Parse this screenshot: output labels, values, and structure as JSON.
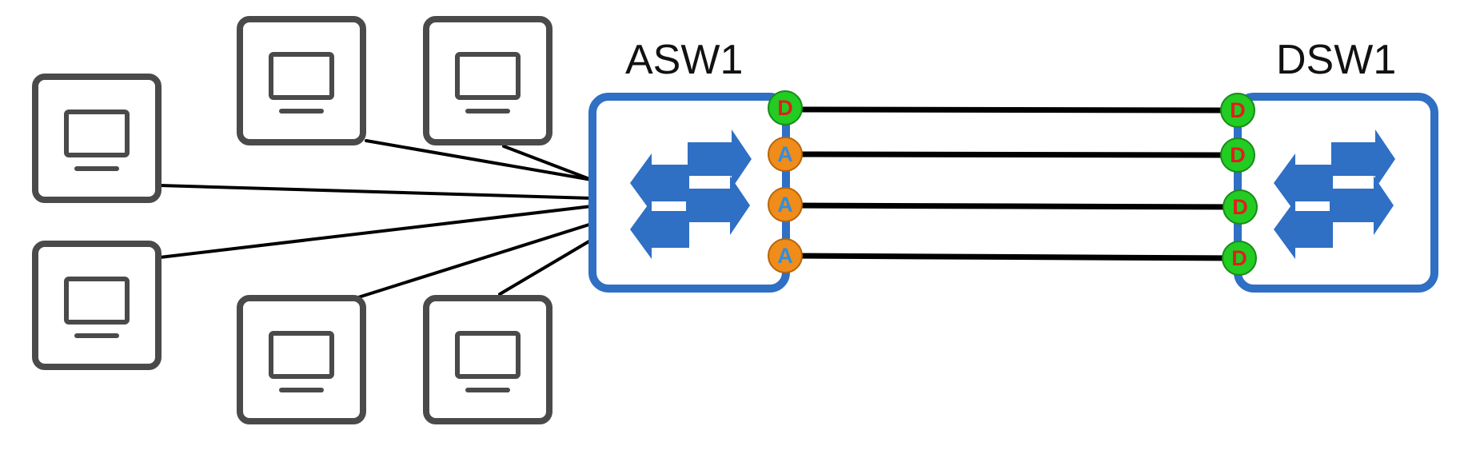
{
  "switches": [
    {
      "id": "asw1",
      "label": "ASW1"
    },
    {
      "id": "dsw1",
      "label": "DSW1"
    }
  ],
  "asw1_ports": [
    "D",
    "A",
    "A",
    "A"
  ],
  "dsw1_ports": [
    "D",
    "D",
    "D",
    "D"
  ],
  "colors": {
    "switch_border": "#2f6fc4",
    "switch_icon": "#2f6fc4",
    "pc_border": "#4a4a4a",
    "link": "#000000",
    "designated_port": "#22cc22",
    "alternate_port": "#f08c1a",
    "designated_letter": "#e01e1e",
    "alternate_letter": "#2f8fe0"
  },
  "icons": [
    "pc-icon",
    "switch-arrows-icon"
  ]
}
